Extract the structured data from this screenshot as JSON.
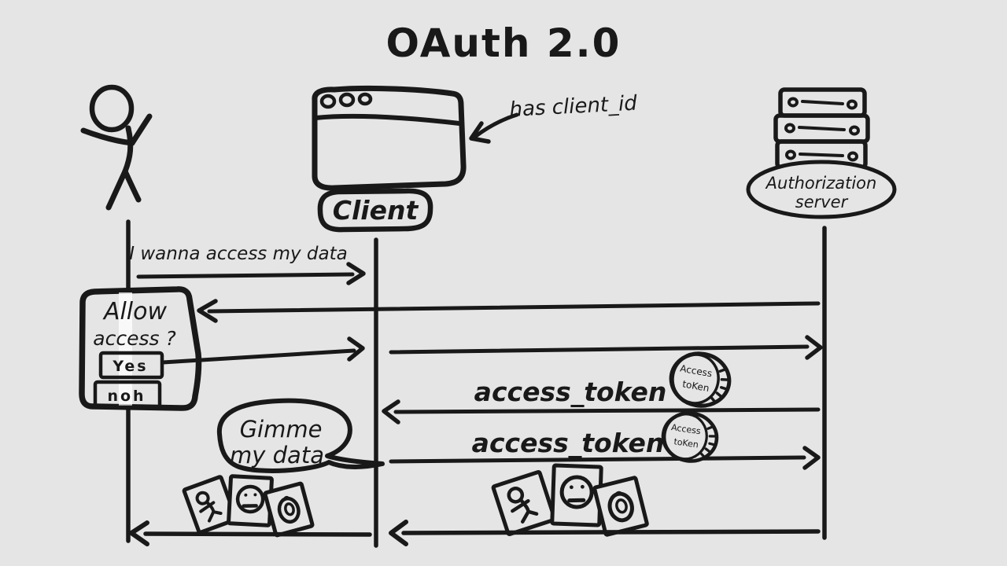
{
  "title": "OAuth 2.0",
  "colors": {
    "background": "#e5e5e5",
    "ink": "#191919"
  },
  "actors": {
    "user": {
      "type": "stick-figure"
    },
    "client": {
      "label": "Client",
      "note": "has client_id"
    },
    "auth_server": {
      "label_lines": [
        "Authorization",
        "server"
      ]
    }
  },
  "dialog": {
    "prompt_line1": "Allow",
    "prompt_line2": "access ?",
    "yes_label": "Yes",
    "no_label": "noh"
  },
  "bubble": {
    "line1": "Gimme",
    "line2": "my data"
  },
  "token_coin": {
    "line1": "Access",
    "line2": "toKen"
  },
  "messages": [
    {
      "from": "user",
      "to": "client",
      "label": "I wanna access my data"
    },
    {
      "from": "auth_server",
      "to": "user",
      "label": ""
    },
    {
      "from": "user",
      "to": "auth_server",
      "label": "",
      "via": "Yes"
    },
    {
      "from": "auth_server",
      "to": "client",
      "label": "access_token"
    },
    {
      "from": "client",
      "to": "auth_server",
      "label": "access_token"
    },
    {
      "from": "auth_server",
      "to": "user",
      "label": ""
    }
  ],
  "icons": {
    "coin": "access-token-coin",
    "photos": [
      "person-photo",
      "face-photo",
      "donut-photo"
    ]
  }
}
